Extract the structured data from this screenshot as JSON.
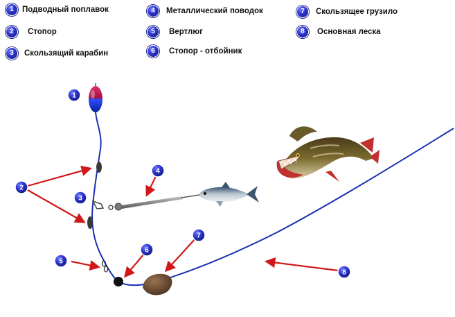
{
  "legend": [
    {
      "num": "1",
      "label": "Подводный поплавок"
    },
    {
      "num": "2",
      "label": "Стопор"
    },
    {
      "num": "3",
      "label": "Скользящий карабин"
    },
    {
      "num": "4",
      "label": "Металлический поводок"
    },
    {
      "num": "5",
      "label": "Вертлюг"
    },
    {
      "num": "6",
      "label": "Стопор - отбойник"
    },
    {
      "num": "7",
      "label": "Скользящее грузило"
    },
    {
      "num": "8",
      "label": "Основная леска"
    }
  ],
  "callouts": [
    "1",
    "2",
    "3",
    "4",
    "5",
    "6",
    "7",
    "8"
  ],
  "colors": {
    "badge": "#2b34c9",
    "arrow": "#d01818",
    "line": "#1a2fb0",
    "float_top": "#b01245",
    "float_bottom": "#1b3bd8",
    "sinker": "#6b4a2e"
  }
}
